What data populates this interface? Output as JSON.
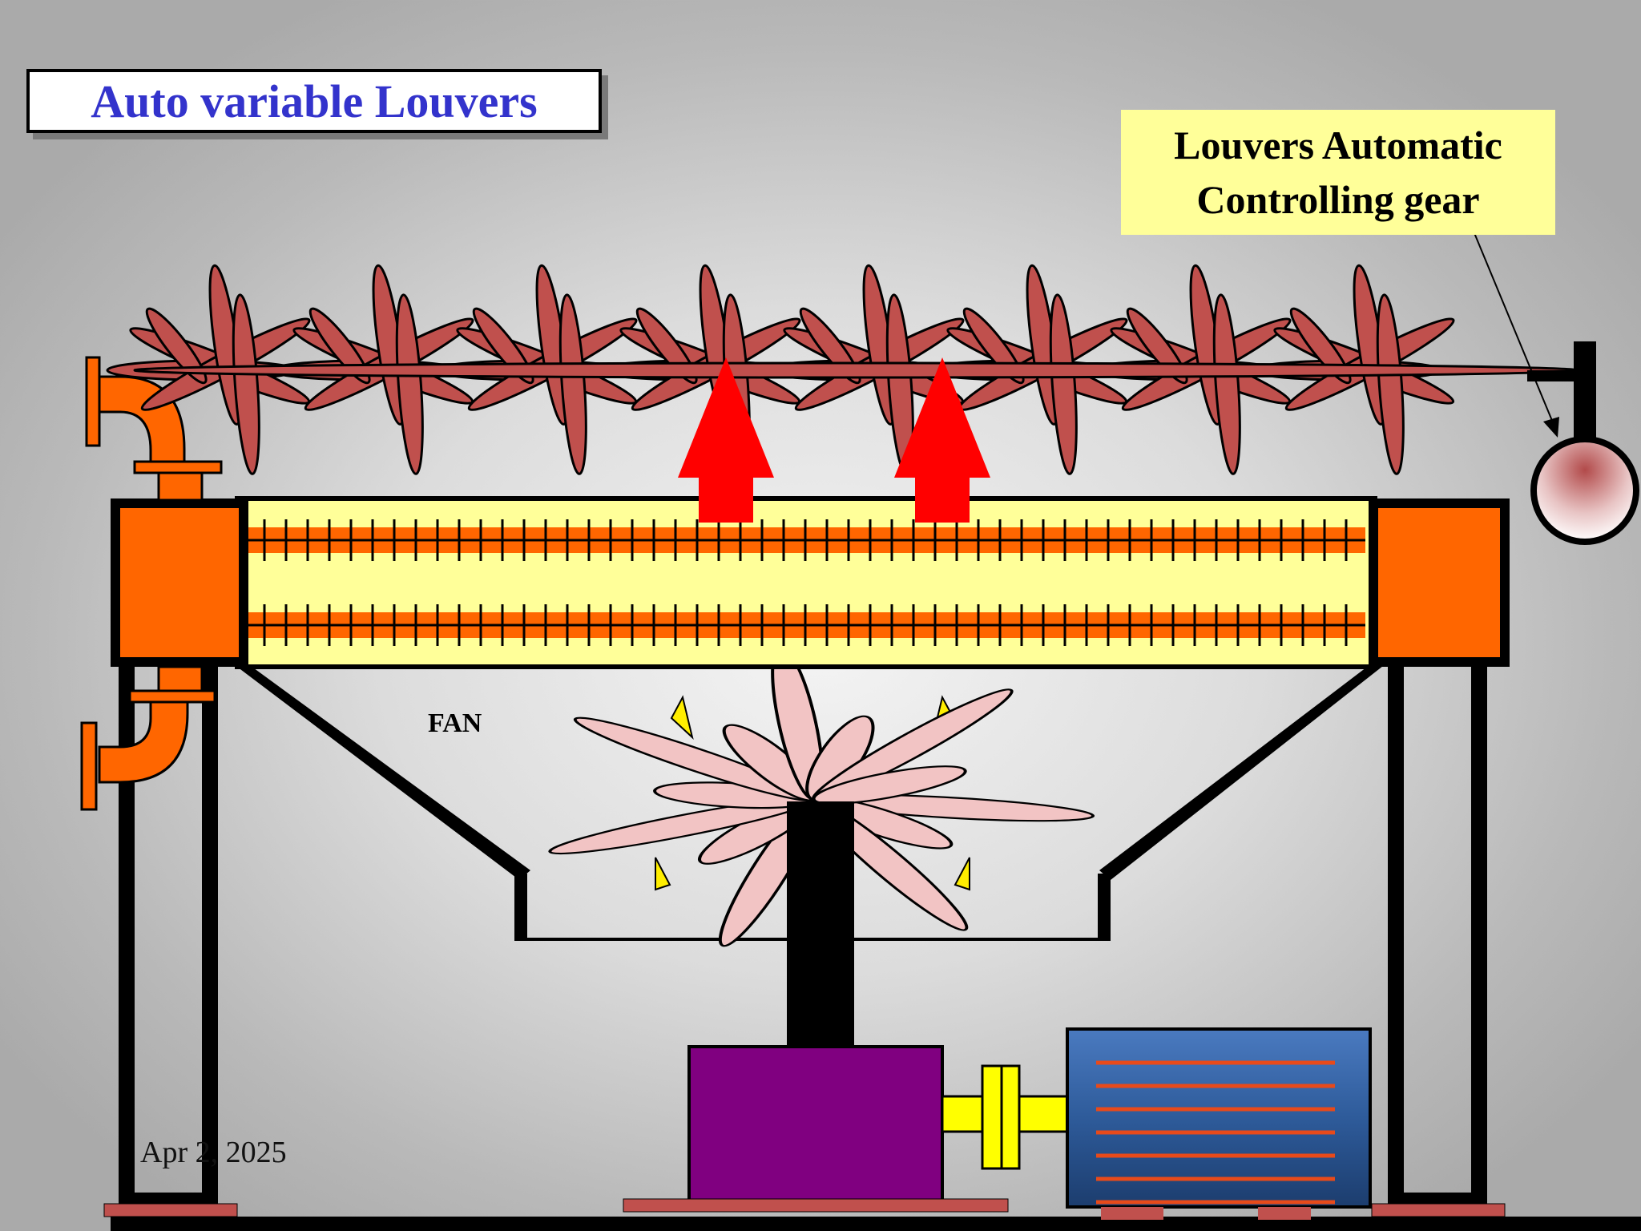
{
  "title": "Auto variable Louvers",
  "callout": {
    "line1": "Louvers Automatic",
    "line2": "Controlling gear"
  },
  "labels": {
    "fan": "FAN"
  },
  "footer": {
    "date": "Apr 2, 2025"
  },
  "colors": {
    "title_text": "#3333cc",
    "callout_fill": "#ffff99",
    "louver_fill": "#c0504d",
    "header_fill": "#ff6600",
    "coil_fill": "#ffff99",
    "airflow_arrow": "#ff0000",
    "fan_blade": "#f2c4c4",
    "gearbox": "#800080",
    "motor": "#2e5b9a",
    "coupling": "#ffff00"
  },
  "icons": {
    "louver_count": 8,
    "airflow_arrow_count": 2,
    "fan_blade_count": 14
  }
}
